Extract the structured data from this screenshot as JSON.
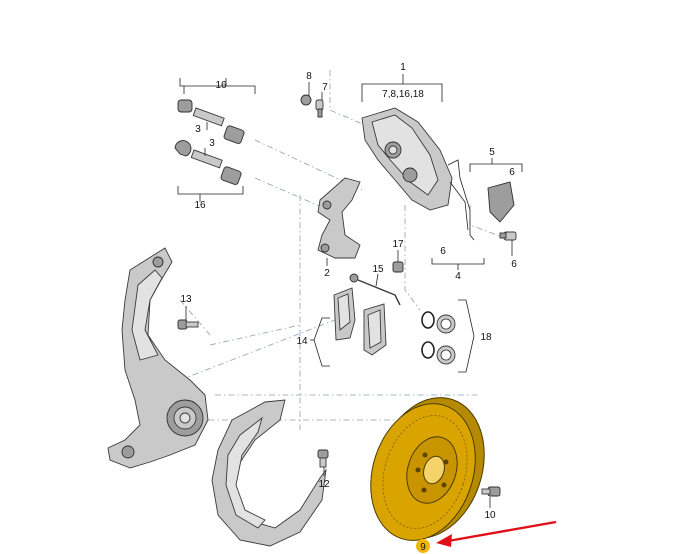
{
  "callouts": {
    "p1": "1",
    "p1_sub": "7,8,16,18",
    "p2": "2",
    "p3a": "3",
    "p3b": "3",
    "p4": "4",
    "p5": "5",
    "p6a": "6",
    "p6b": "6",
    "p6c": "6",
    "p7": "7",
    "p8": "8",
    "p9": "9",
    "p10": "10",
    "p12": "12",
    "p13": "13",
    "p14": "14",
    "p15": "15",
    "p16a": "16",
    "p16b": "16",
    "p17": "17",
    "p18": "18"
  },
  "colors": {
    "highlight_disc": "#d9a400",
    "highlight_badge": "#f2b705",
    "arrow": "#e0101a",
    "parts": "#c9c9c9"
  }
}
